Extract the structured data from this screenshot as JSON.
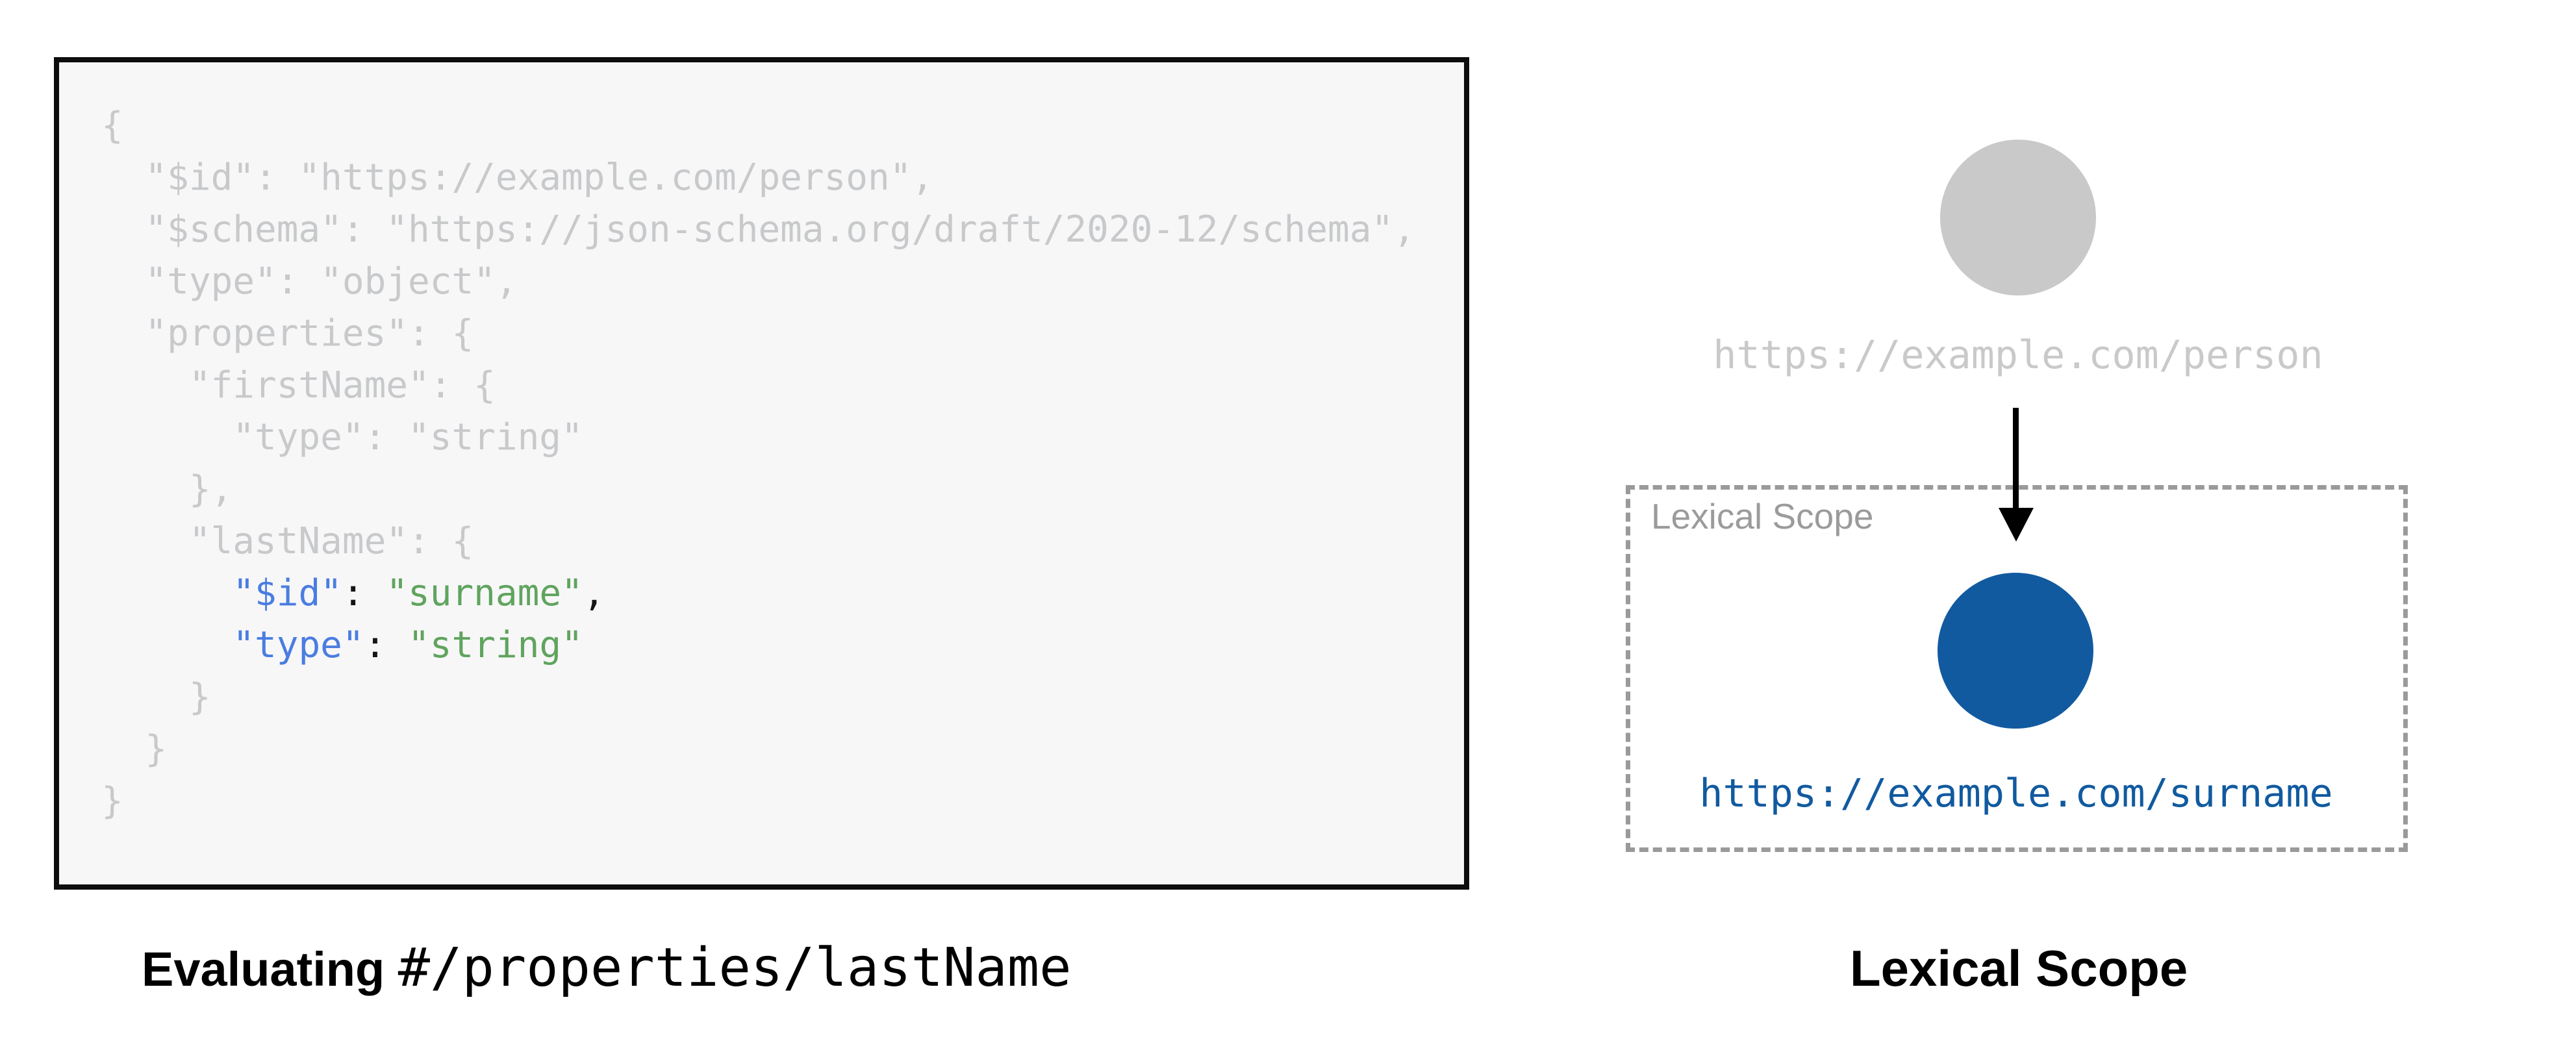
{
  "left_panel": {
    "caption": {
      "prefix": "Evaluating ",
      "pointer": "#/properties/lastName"
    },
    "code": {
      "lines": [
        [
          {
            "t": "{",
            "c": "muted"
          }
        ],
        [
          {
            "t": "  \"$id\": \"https://example.com/person\",",
            "c": "muted"
          }
        ],
        [
          {
            "t": "  \"$schema\": \"https://json-schema.org/draft/2020-12/schema\",",
            "c": "muted"
          }
        ],
        [
          {
            "t": "  \"type\": \"object\",",
            "c": "muted"
          }
        ],
        [
          {
            "t": "  \"properties\": {",
            "c": "muted"
          }
        ],
        [
          {
            "t": "    \"firstName\": {",
            "c": "muted"
          }
        ],
        [
          {
            "t": "      \"type\": \"string\"",
            "c": "muted"
          }
        ],
        [
          {
            "t": "    },",
            "c": "muted"
          }
        ],
        [
          {
            "t": "    \"lastName\": {",
            "c": "muted"
          }
        ],
        [
          {
            "t": "      ",
            "c": "muted"
          },
          {
            "t": "\"$id\"",
            "c": "key"
          },
          {
            "t": ": ",
            "c": "plain"
          },
          {
            "t": "\"surname\"",
            "c": "str"
          },
          {
            "t": ",",
            "c": "plain"
          }
        ],
        [
          {
            "t": "      ",
            "c": "muted"
          },
          {
            "t": "\"type\"",
            "c": "key"
          },
          {
            "t": ": ",
            "c": "plain"
          },
          {
            "t": "\"string\"",
            "c": "str"
          }
        ],
        [
          {
            "t": "    }",
            "c": "muted"
          }
        ],
        [
          {
            "t": "  }",
            "c": "muted"
          }
        ],
        [
          {
            "t": "}",
            "c": "muted"
          }
        ]
      ]
    }
  },
  "right_panel": {
    "root_schema": {
      "uri": "https://example.com/person"
    },
    "scope_box": {
      "label": "Lexical Scope"
    },
    "embedded_schema": {
      "uri": "https://example.com/surname"
    },
    "caption": "Lexical Scope"
  },
  "colors": {
    "key_blue": "#4b7de0",
    "string_green": "#60a45e",
    "punctuation_black": "#161616",
    "muted_code_gray": "#c8c9cb",
    "code_box_bg": "#f7f7f8",
    "code_box_border": "#0d0d0d",
    "root_node_gray": "#c9c9c9",
    "scope_border_gray": "#9a9a9a",
    "scope_label_gray": "#9b9b9b",
    "embedded_deep_blue": "#115a9f"
  }
}
